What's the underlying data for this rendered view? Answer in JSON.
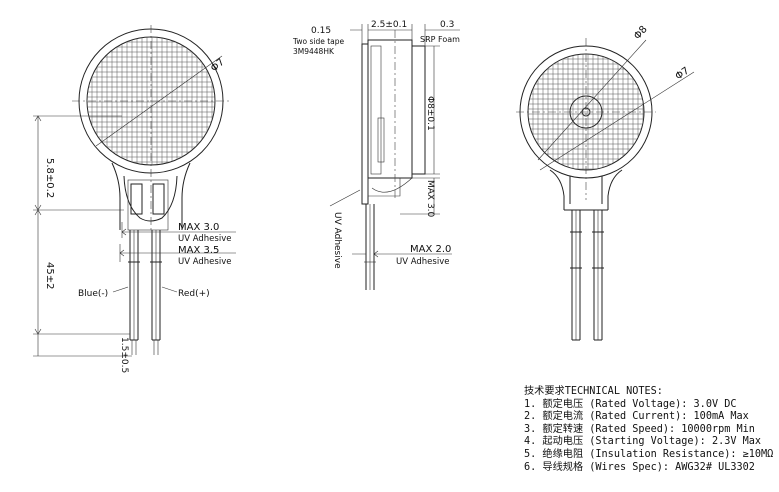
{
  "front_view": {
    "diameter_label": "Φ7",
    "height_dim": "5.8±0.2",
    "wire_length_dim": "45±2",
    "tip_dim": "1.5±0.5",
    "max_adhesive_1": "MAX 3.0",
    "max_adhesive_1_note": "UV Adhesive",
    "max_adhesive_2": "MAX 3.5",
    "max_adhesive_2_note": "UV Adhesive",
    "wire_blue": "Blue(-)",
    "wire_red": "Red(+)"
  },
  "side_view": {
    "tape_dim": "0.15",
    "tape_note_1": "Two side tape",
    "tape_note_2": "3M9448HK",
    "thickness_dim": "2.5±0.1",
    "foam_dim": "0.3",
    "foam_note": "SRP Foam",
    "diameter_dim": "Φ8±0.1",
    "max_dim": "MAX 3.0",
    "uv_vertical": "UV Adhesive",
    "max_2": "MAX 2.0",
    "max_2_note": "UV Adhesive"
  },
  "back_view": {
    "diameter_8": "Φ8",
    "diameter_7": "Φ7"
  },
  "notes": {
    "title": "技术要求TECHNICAL NOTES:",
    "items": [
      "1. 额定电压 (Rated Voltage): 3.0V DC",
      "2. 额定电流 (Rated Current): 100mA Max",
      "3. 额定转速 (Rated Speed): 10000rpm Min",
      "4. 起动电压 (Starting Voltage): 2.3V Max",
      "5. 绝缘电阻 (Insulation Resistance): ≥10MΩ",
      "6. 导线规格 (Wires Spec):  AWG32# UL3302"
    ]
  }
}
